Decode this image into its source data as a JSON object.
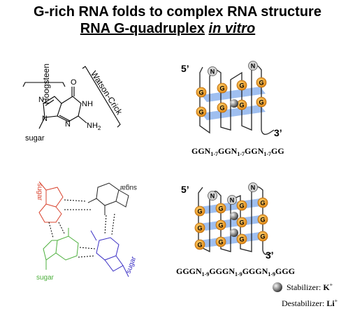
{
  "title": {
    "line1": "G-rich RNA folds to complex RNA structure",
    "line2_main": "RNA G-quadruplex",
    "line2_italic": "in vitro"
  },
  "guanine": {
    "face_labels": [
      "Hoogsteen",
      "Watson-Crick"
    ],
    "atoms": {
      "O": "O",
      "NH": "NH",
      "NH2": "NH",
      "NH2_sub": "2",
      "N": "N",
      "sugar": "sugar"
    }
  },
  "tetrad": {
    "sugar_label": "sugar",
    "colors": {
      "red": "#d9432e",
      "black": "#222222",
      "green": "#4caf3c",
      "blue": "#3a2fc4"
    }
  },
  "quadruplex_top": {
    "five_prime": "5’",
    "three_prime": "3’",
    "base_label": "G",
    "loop_label": "N",
    "sequence_parts": [
      "GGN",
      "1-7",
      "GGN",
      "1-7",
      "GGN",
      "1-7",
      "GG"
    ]
  },
  "quadruplex_bottom": {
    "five_prime": "5’",
    "three_prime": "3’",
    "base_label": "G",
    "loop_label": "N",
    "sequence_parts": [
      "GGGN",
      "1-9",
      "GGGN",
      "1-9",
      "GGGN",
      "1-9",
      "GGG"
    ]
  },
  "legend": {
    "stabilizer_label": "Stabilizer: ",
    "stabilizer_ion": "K",
    "destabilizer_label": "Destabilizer: ",
    "destabilizer_ion": "Li",
    "ion_charge": "+"
  },
  "colors": {
    "guanine_fill": "#f0a030",
    "tetrad_plane": "#8fb4ee",
    "ion": "#888888"
  }
}
